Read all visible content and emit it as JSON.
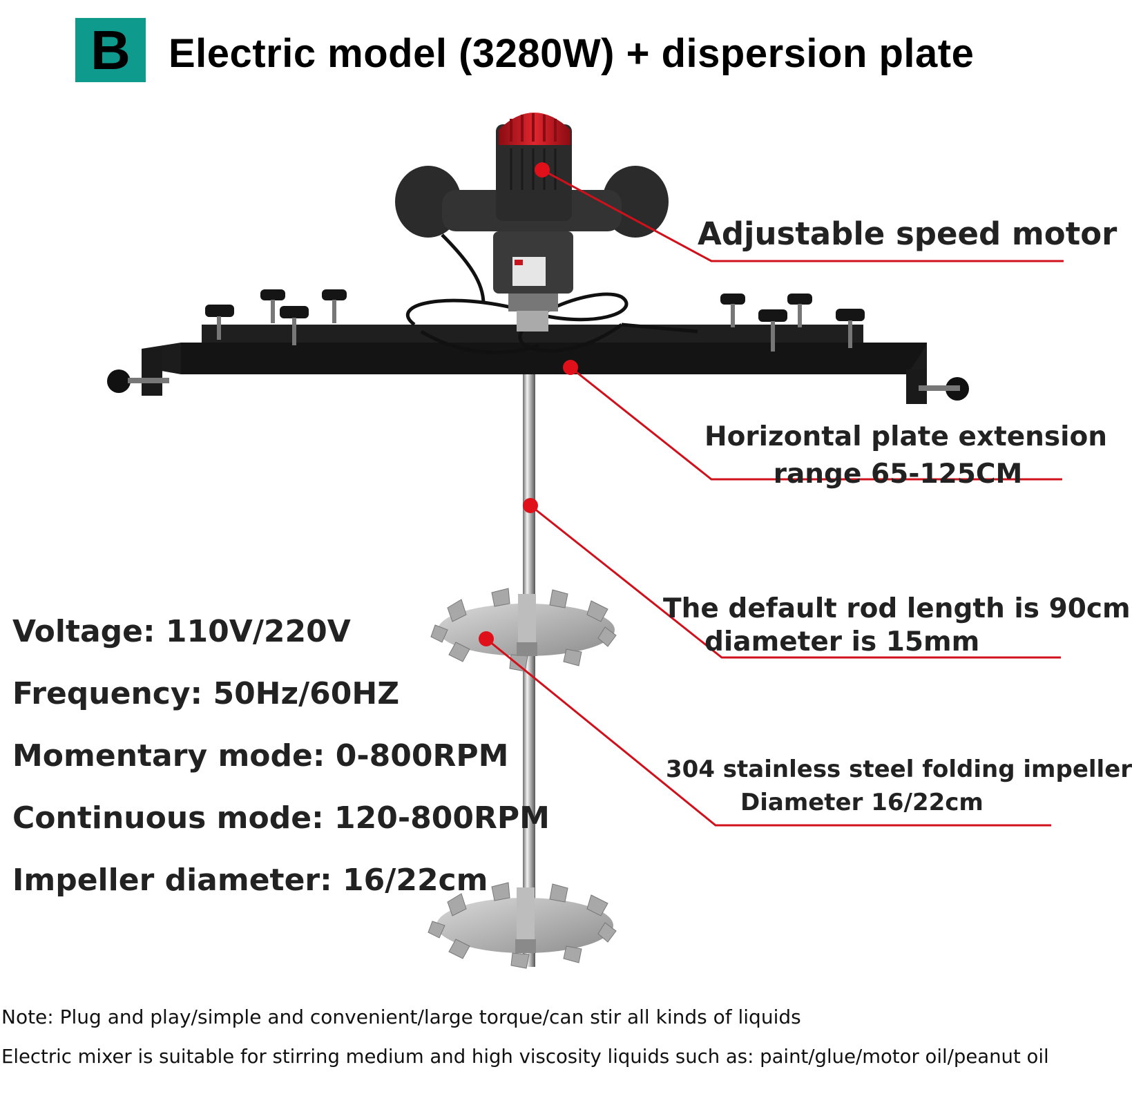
{
  "header": {
    "badge": "B",
    "title": "Electric model (3280W) + dispersion plate"
  },
  "callouts": {
    "motor": "Adjustable speed motor",
    "plate_line1": "Horizontal plate extension",
    "plate_line2": "range 65-125CM",
    "rod_line1": "The default rod length is 90cm",
    "rod_line2": "diameter is 15mm",
    "impeller_line1": "304 stainless steel folding impeller",
    "impeller_line2": "Diameter 16/22cm"
  },
  "specs": [
    "Voltage: 110V/220V",
    "Frequency: 50Hz/60HZ",
    "Momentary mode: 0-800RPM",
    "Continuous mode: 120-800RPM",
    "Impeller diameter: 16/22cm"
  ],
  "notes": {
    "line1": "Note: Plug and play/simple and convenient/large torque/can stir all kinds of liquids",
    "line2": "Electric mixer is suitable for stirring medium and high viscosity liquids such as: paint/glue/motor oil/peanut oil"
  },
  "colors": {
    "badge": "#0e9b8e",
    "callout_line": "#d0101a",
    "motor_cap": "#c8141c",
    "body_dark": "#2b2b2b"
  }
}
